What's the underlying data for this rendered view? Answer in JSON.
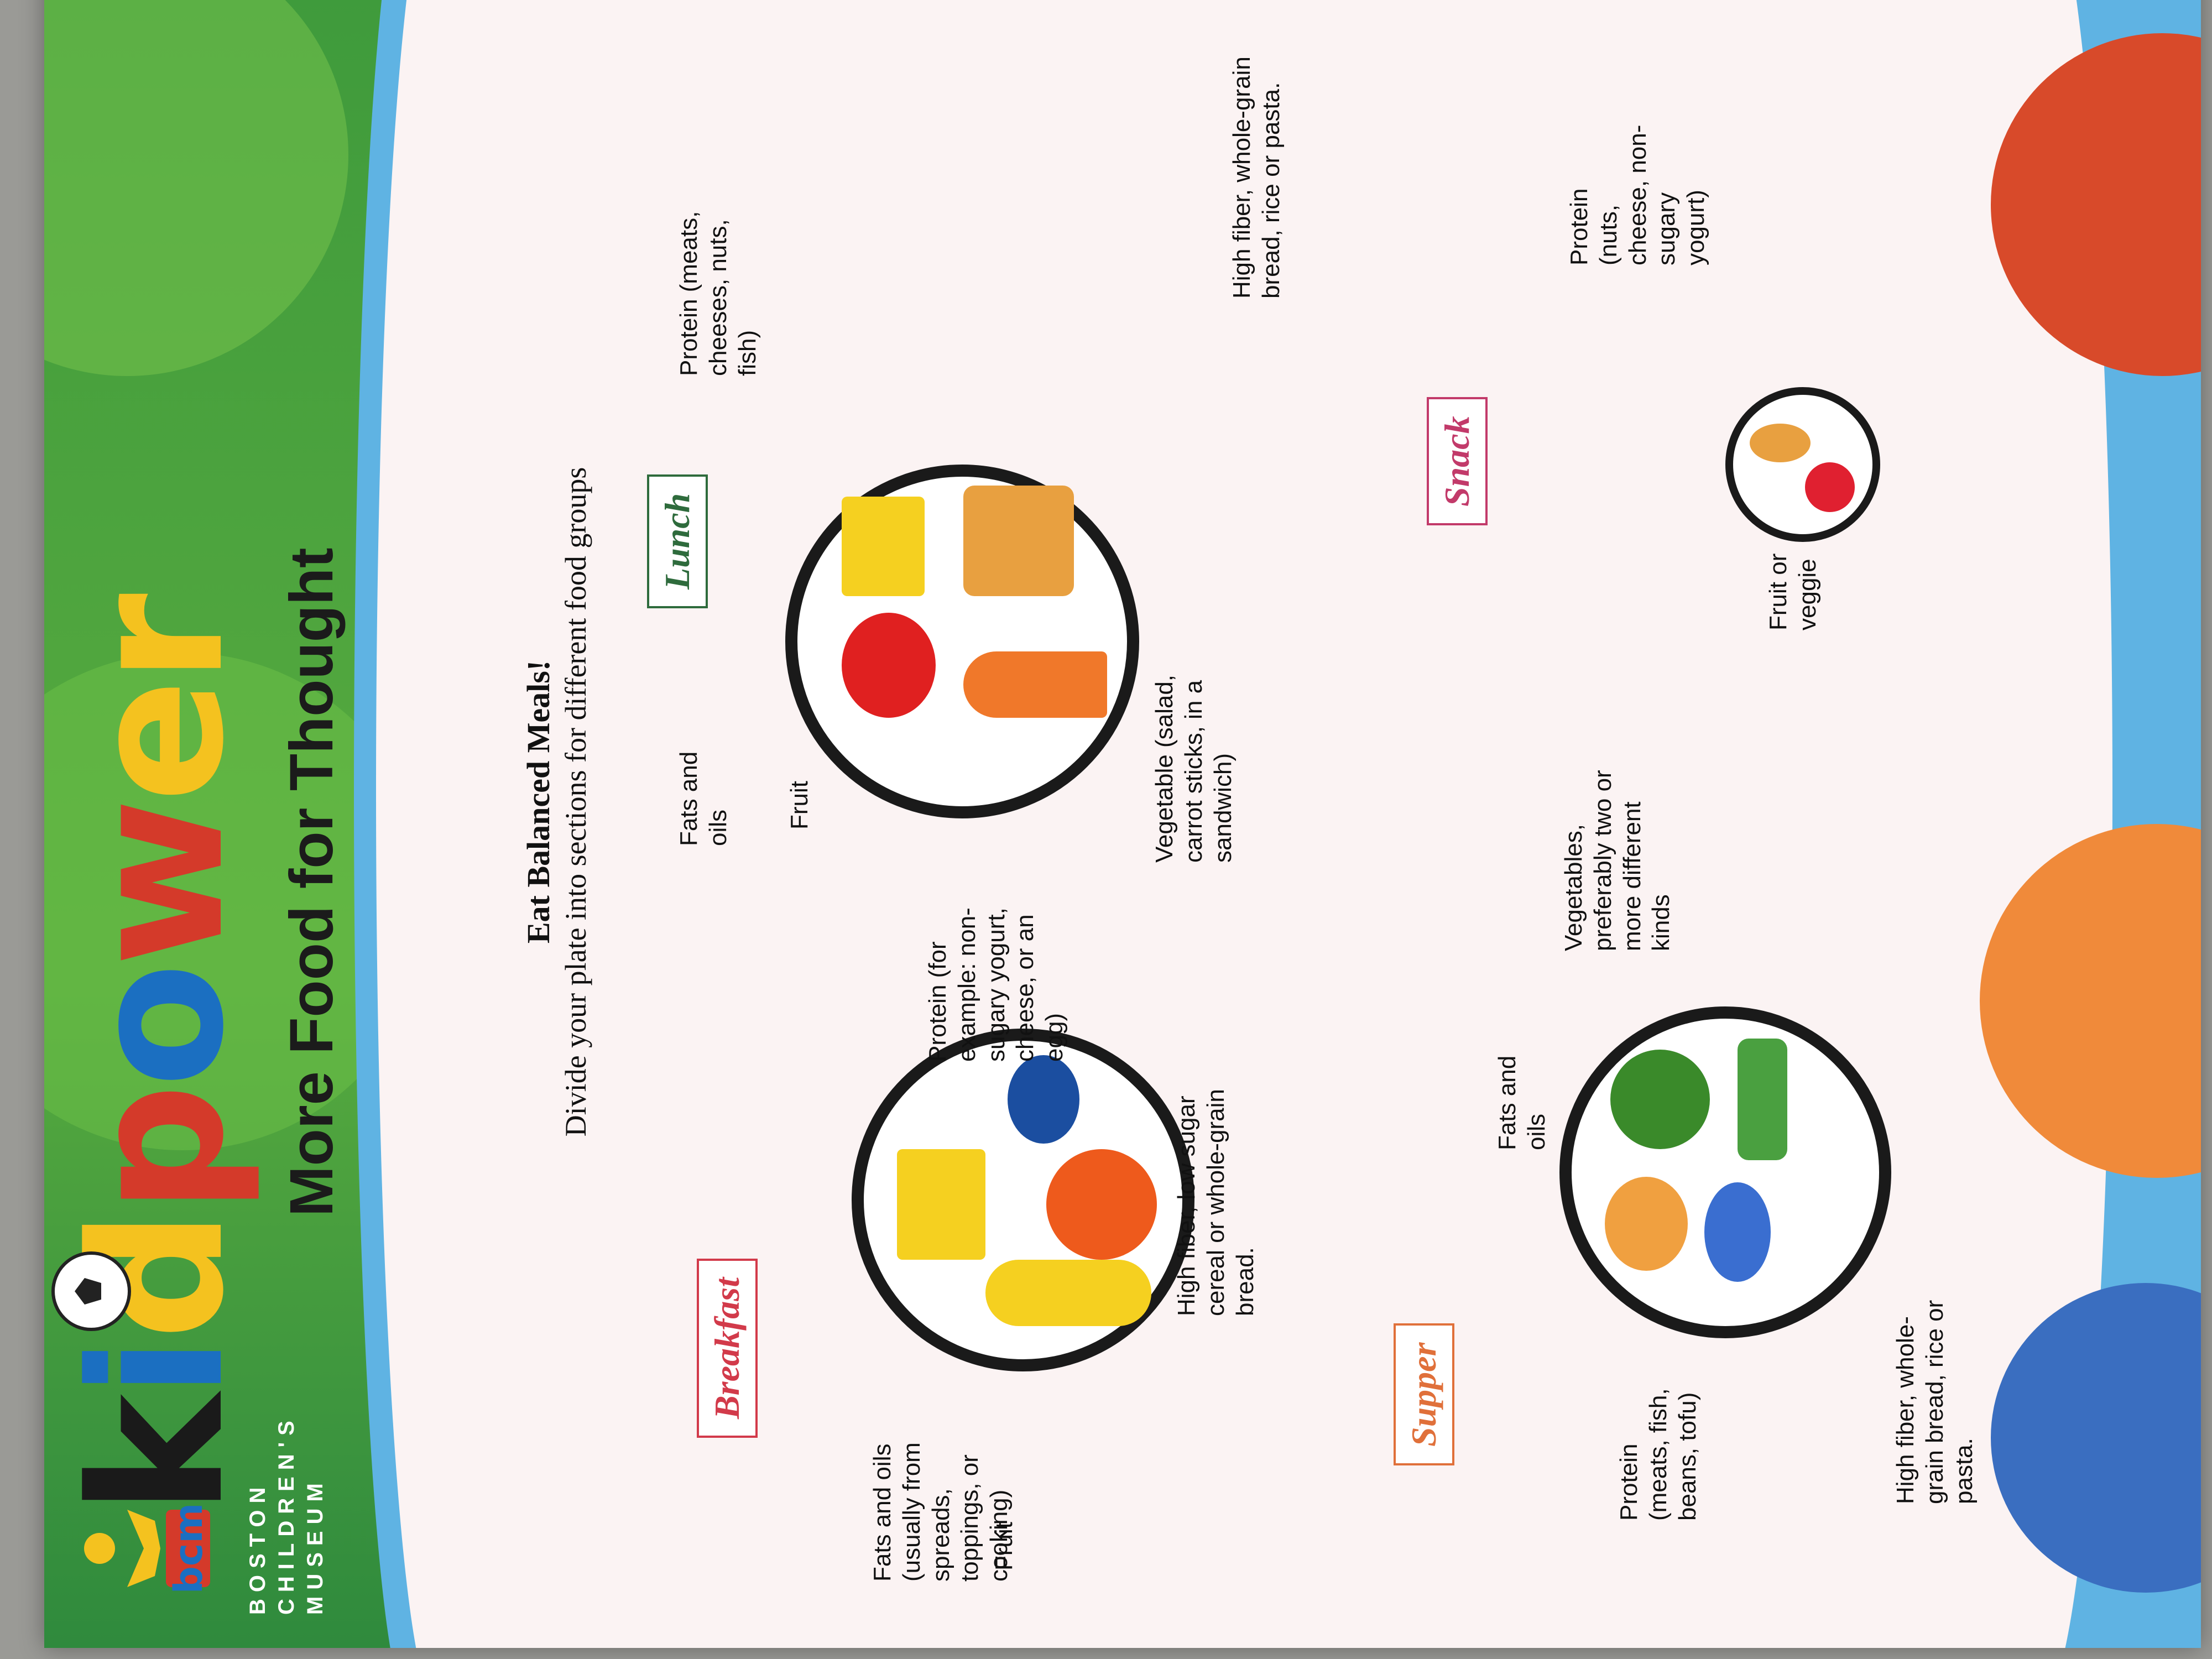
{
  "header": {
    "brand": "kidpower",
    "brand_letters": [
      "k",
      "i",
      "d",
      "p",
      "o",
      "w",
      "er"
    ],
    "subtitle": "More Food for Thought",
    "museum": [
      "BOSTON",
      "CHILDREN'S",
      "MUSEUM"
    ],
    "logo_letters": "bcm"
  },
  "intro": {
    "title": "Eat Balanced Meals!",
    "subtitle": "Divide your plate into sections for different food groups"
  },
  "meals": {
    "breakfast": {
      "title": "Breakfast",
      "labels": {
        "fats": "Fats and oils (usually from spreads, toppings, or cooking)",
        "fruit": "Fruit",
        "protein": "Protein (for example: non-sugary yogurt, cheese, or an egg)",
        "grain": "High fiber, low sugar cereal or whole-grain bread."
      }
    },
    "lunch": {
      "title": "Lunch",
      "labels": {
        "fats": "Fats and oils",
        "fruit": "Fruit",
        "protein": "Protein (meats, cheeses, nuts, fish)",
        "grain": "High fiber, whole-grain bread, rice or pasta.",
        "vegetable": "Vegetable (salad, carrot sticks, in a sandwich)"
      }
    },
    "supper": {
      "title": "Supper",
      "labels": {
        "fats": "Fats and oils",
        "protein": "Protein (meats, fish, beans, tofu)",
        "vegetables": "Vegetables, preferably two or more different kinds",
        "grain": "High fiber, whole-grain bread, rice or pasta."
      }
    },
    "snack": {
      "title": "Snack",
      "labels": {
        "protein": "Protein (nuts, cheese, non-sugary yogurt)",
        "fruit": "Fruit or veggie"
      }
    }
  },
  "colors": {
    "header_green": "#3e9a3c",
    "sky_blue": "#5fb3e3",
    "breakfast_box": "#d23a4a",
    "lunch_box": "#2e6b3c",
    "supper_box": "#e0703a",
    "snack_box": "#c23a6a",
    "arrow_red": "#d22a2a",
    "arrow_green": "#2e6b3c"
  }
}
